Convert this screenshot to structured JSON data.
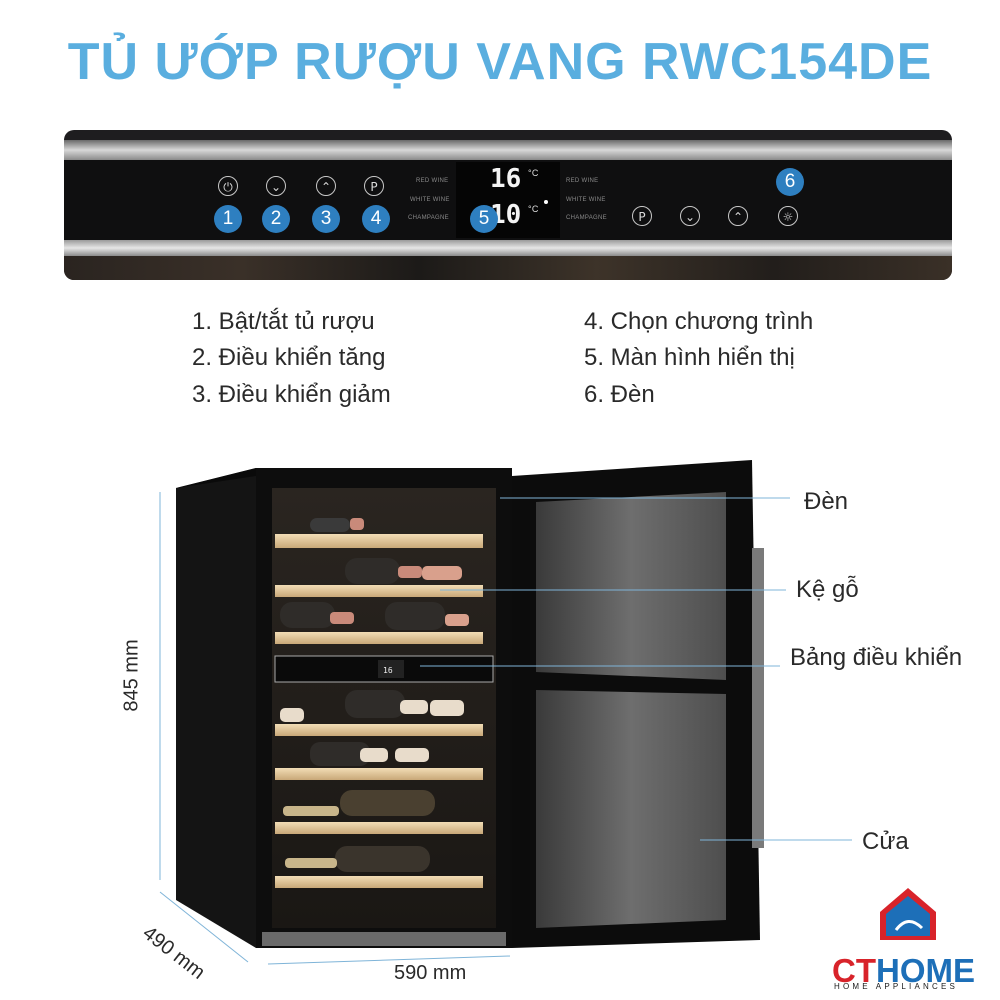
{
  "title": "TỦ ƯỚP RƯỢU VANG RWC154DE",
  "panel": {
    "buttons_left": [
      {
        "icon": "power-icon",
        "glyph": "⏻",
        "number": "1"
      },
      {
        "icon": "chevron-down-icon",
        "glyph": "⌄",
        "number": "2"
      },
      {
        "icon": "chevron-up-icon",
        "glyph": "⌃",
        "number": "3"
      },
      {
        "icon": "program-icon",
        "glyph": "P",
        "number": "4"
      }
    ],
    "buttons_right": [
      {
        "icon": "program-icon",
        "glyph": "P"
      },
      {
        "icon": "chevron-down-icon",
        "glyph": "⌄"
      },
      {
        "icon": "chevron-up-icon",
        "glyph": "⌃"
      },
      {
        "icon": "light-bulb-icon",
        "glyph": "☼",
        "number": "6"
      }
    ],
    "display_number": "5",
    "temp_top": "16",
    "temp_bottom": "10",
    "temp_unit": "°C",
    "zone_labels_left": [
      "RED WINE",
      "WHITE WINE",
      "CHAMPAGNE"
    ],
    "zone_labels_right": [
      "RED WINE",
      "WHITE WINE",
      "CHAMPAGNE"
    ]
  },
  "legend": {
    "left": [
      "1. Bật/tắt tủ rượu",
      "2. Điều khiển tăng",
      "3. Điều khiển giảm"
    ],
    "right": [
      "4. Chọn chương trình",
      "5. Màn hình hiển thị",
      "6. Đèn"
    ]
  },
  "callouts": {
    "light": "Đèn",
    "shelf": "Kệ gỗ",
    "control_panel": "Bảng điều khiển",
    "door": "Cửa"
  },
  "dimensions": {
    "height": "845 mm",
    "depth": "490 mm",
    "width": "590 mm"
  },
  "logo": {
    "brand_ct": "CT",
    "brand_home": "HOME",
    "tagline": "HOME APPLIANCES",
    "colors": {
      "red": "#d8232a",
      "blue": "#1d6fb8"
    }
  },
  "colors": {
    "title": "#5aaedf",
    "number_badge": "#2e7fc0"
  }
}
